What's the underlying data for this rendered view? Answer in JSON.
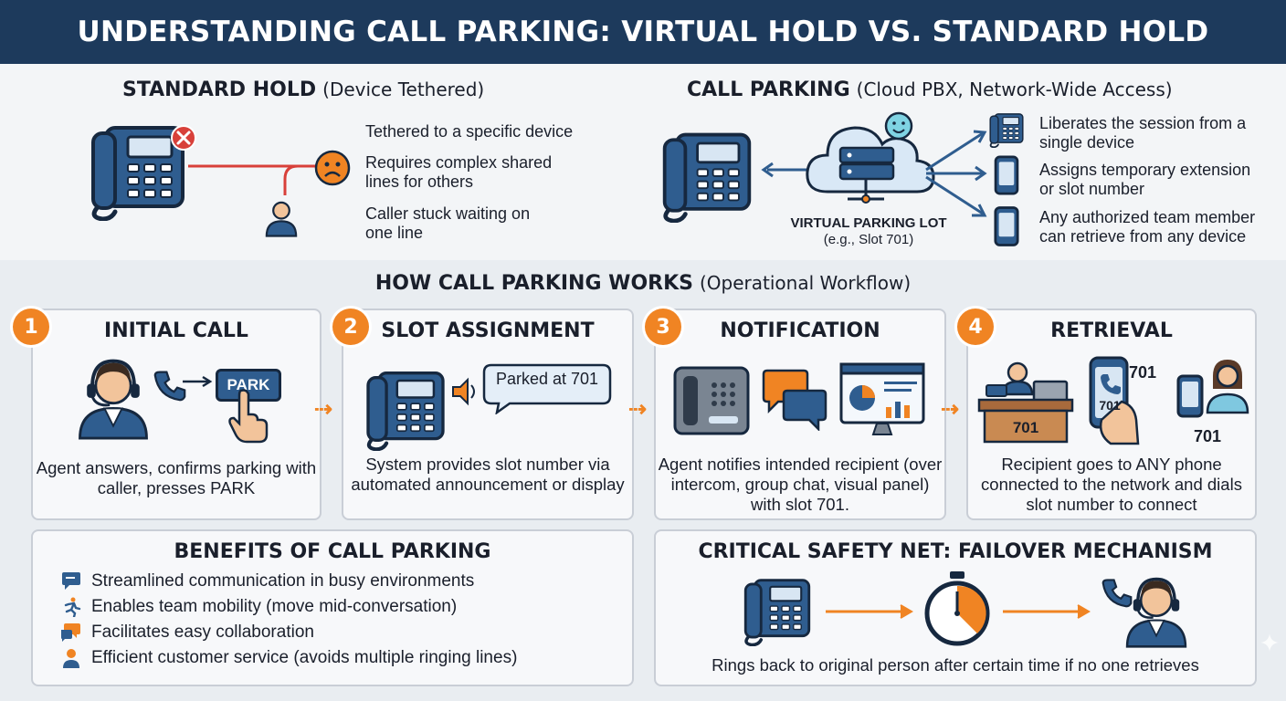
{
  "title": "UNDERSTANDING CALL PARKING: VIRTUAL HOLD VS. STANDARD HOLD",
  "standard_hold": {
    "heading": "STANDARD HOLD",
    "sub": "(Device Tethered)",
    "bullets": [
      "Tethered to a specific device",
      "Requires complex shared lines for others",
      "Caller stuck waiting on one line"
    ]
  },
  "call_parking": {
    "heading": "CALL PARKING",
    "sub": "(Cloud PBX, Network-Wide Access)",
    "lot_label": "VIRTUAL PARKING LOT",
    "lot_sub": "(e.g., Slot 701)",
    "bullets": [
      "Liberates the session from a single device",
      "Assigns temporary extension or slot number",
      "Any authorized team member can retrieve from any device"
    ]
  },
  "workflow": {
    "heading": "HOW CALL PARKING WORKS",
    "sub": "(Operational Workflow)",
    "steps": [
      {
        "num": "1",
        "title": "INITIAL CALL",
        "desc": "Agent answers, confirms parking with caller, presses PARK",
        "park_label": "PARK"
      },
      {
        "num": "2",
        "title": "SLOT ASSIGNMENT",
        "desc": "System provides slot number via automated announcement or display",
        "bubble": "Parked at 701"
      },
      {
        "num": "3",
        "title": "NOTIFICATION",
        "desc": "Agent notifies intended recipient (over intercom, group chat, visual panel) with slot 701."
      },
      {
        "num": "4",
        "title": "RETRIEVAL",
        "desc": "Recipient goes to ANY phone connected to the network and dials slot number to connect",
        "slot": "701"
      }
    ]
  },
  "benefits": {
    "heading": "BENEFITS OF CALL PARKING",
    "items": [
      "Streamlined communication in busy environments",
      "Enables team mobility (move mid-conversation)",
      "Facilitates easy collaboration",
      "Efficient customer service (avoids multiple ringing lines)"
    ]
  },
  "failover": {
    "heading": "CRITICAL SAFETY NET: FAILOVER MECHANISM",
    "desc": "Rings back to original person after certain time if no one retrieves"
  },
  "colors": {
    "navy": "#1d3a5c",
    "phone_blue": "#2f5d8f",
    "accent_orange": "#f08423",
    "alert_red": "#d8403a"
  }
}
